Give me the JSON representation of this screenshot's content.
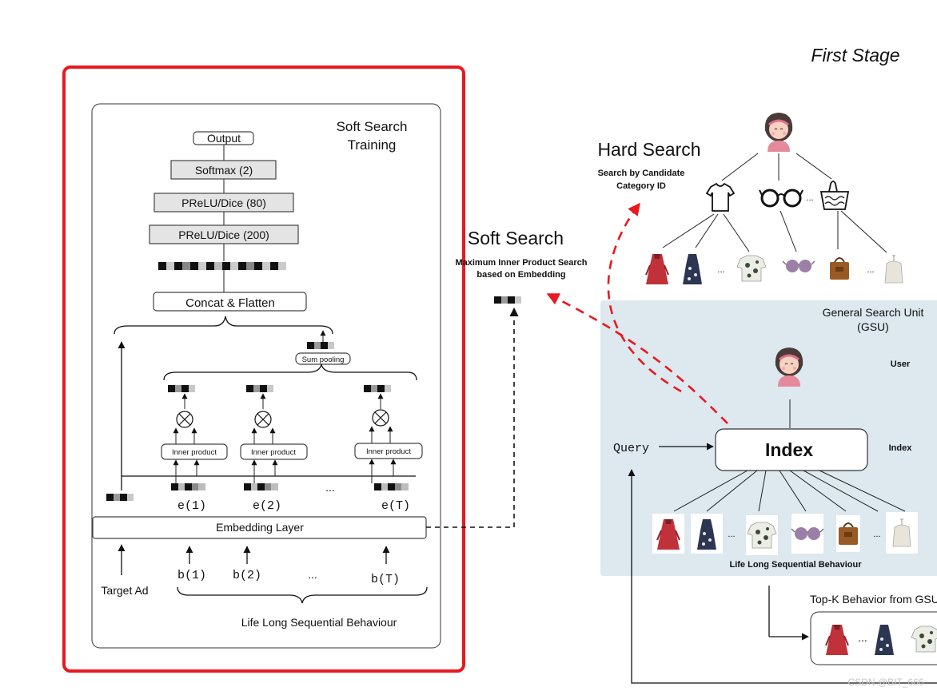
{
  "stage_label": "First Stage",
  "left_panel": {
    "title_line1": "Soft Search",
    "title_line2": "Training",
    "layers": {
      "output": "Output",
      "softmax": "Softmax (2)",
      "prelu_80": "PReLU/Dice (80)",
      "prelu_200": "PReLU/Dice (200)",
      "concat": "Concat & Flatten",
      "sum_pooling": "Sum pooling",
      "inner_product": "Inner product",
      "embedding": "Embedding Layer"
    },
    "embeddings": [
      "e(1)",
      "e(2)",
      "e(T)"
    ],
    "behaviours": [
      "b(1)",
      "b(2)",
      "b(T)"
    ],
    "ellipsis": "...",
    "target_ad": "Target Ad",
    "sequence_label": "Life Long Sequential Behaviour"
  },
  "soft_search": {
    "title": "Soft Search",
    "desc_line1": "Maximum Inner Product Search",
    "desc_line2": "based on Embedding"
  },
  "hard_search": {
    "title": "Hard Search",
    "desc_line1": "Search by Candidate",
    "desc_line2": "Category ID"
  },
  "gsu": {
    "title_line1": "General Search Unit",
    "title_line2": "(GSU)",
    "user_label": "User",
    "index_label": "Index",
    "index_box": "Index",
    "query": "Query",
    "sequence_label": "Life Long Sequential Behaviour",
    "ellipsis": "..."
  },
  "topk": {
    "title": "Top-K Behavior from GSU",
    "ellipsis": "..."
  },
  "tree_ellipsis": "...",
  "watermark": "CSDN @BIT_666",
  "colors": {
    "highlight": "#e8191f",
    "gsu_bg": "#dde8ef",
    "dashed_arrow": "#e8191f"
  }
}
